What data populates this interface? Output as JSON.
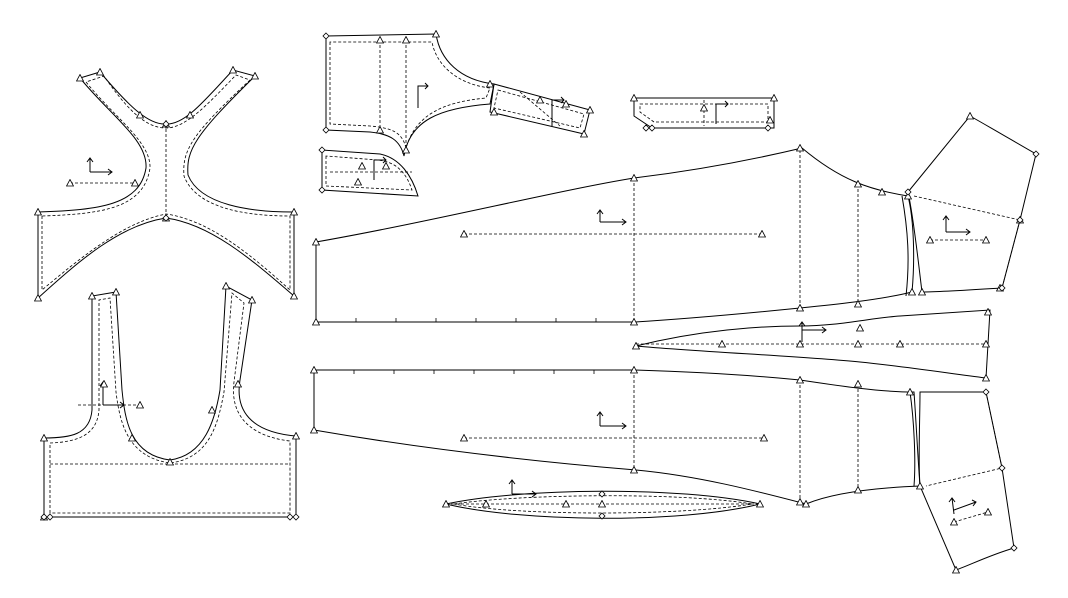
{
  "pattern": {
    "colors": {
      "ink": "#000000",
      "paper": "#ffffff"
    },
    "icons": {
      "grainline": "grainline-arrow-icon",
      "notch": "triangle-notch-icon",
      "corner": "diamond-corner-icon"
    },
    "pieces": [
      {
        "id": "y-yoke",
        "label": ""
      },
      {
        "id": "front-bodice",
        "label": ""
      },
      {
        "id": "sleeve-cap-top",
        "label": ""
      },
      {
        "id": "small-band",
        "label": ""
      },
      {
        "id": "upper-leg-panel",
        "label": ""
      },
      {
        "id": "lower-leg-panel",
        "label": ""
      },
      {
        "id": "narrow-gusset",
        "label": ""
      },
      {
        "id": "lens-gusset",
        "label": ""
      },
      {
        "id": "foot-upper",
        "label": ""
      },
      {
        "id": "foot-lower",
        "label": ""
      }
    ]
  }
}
